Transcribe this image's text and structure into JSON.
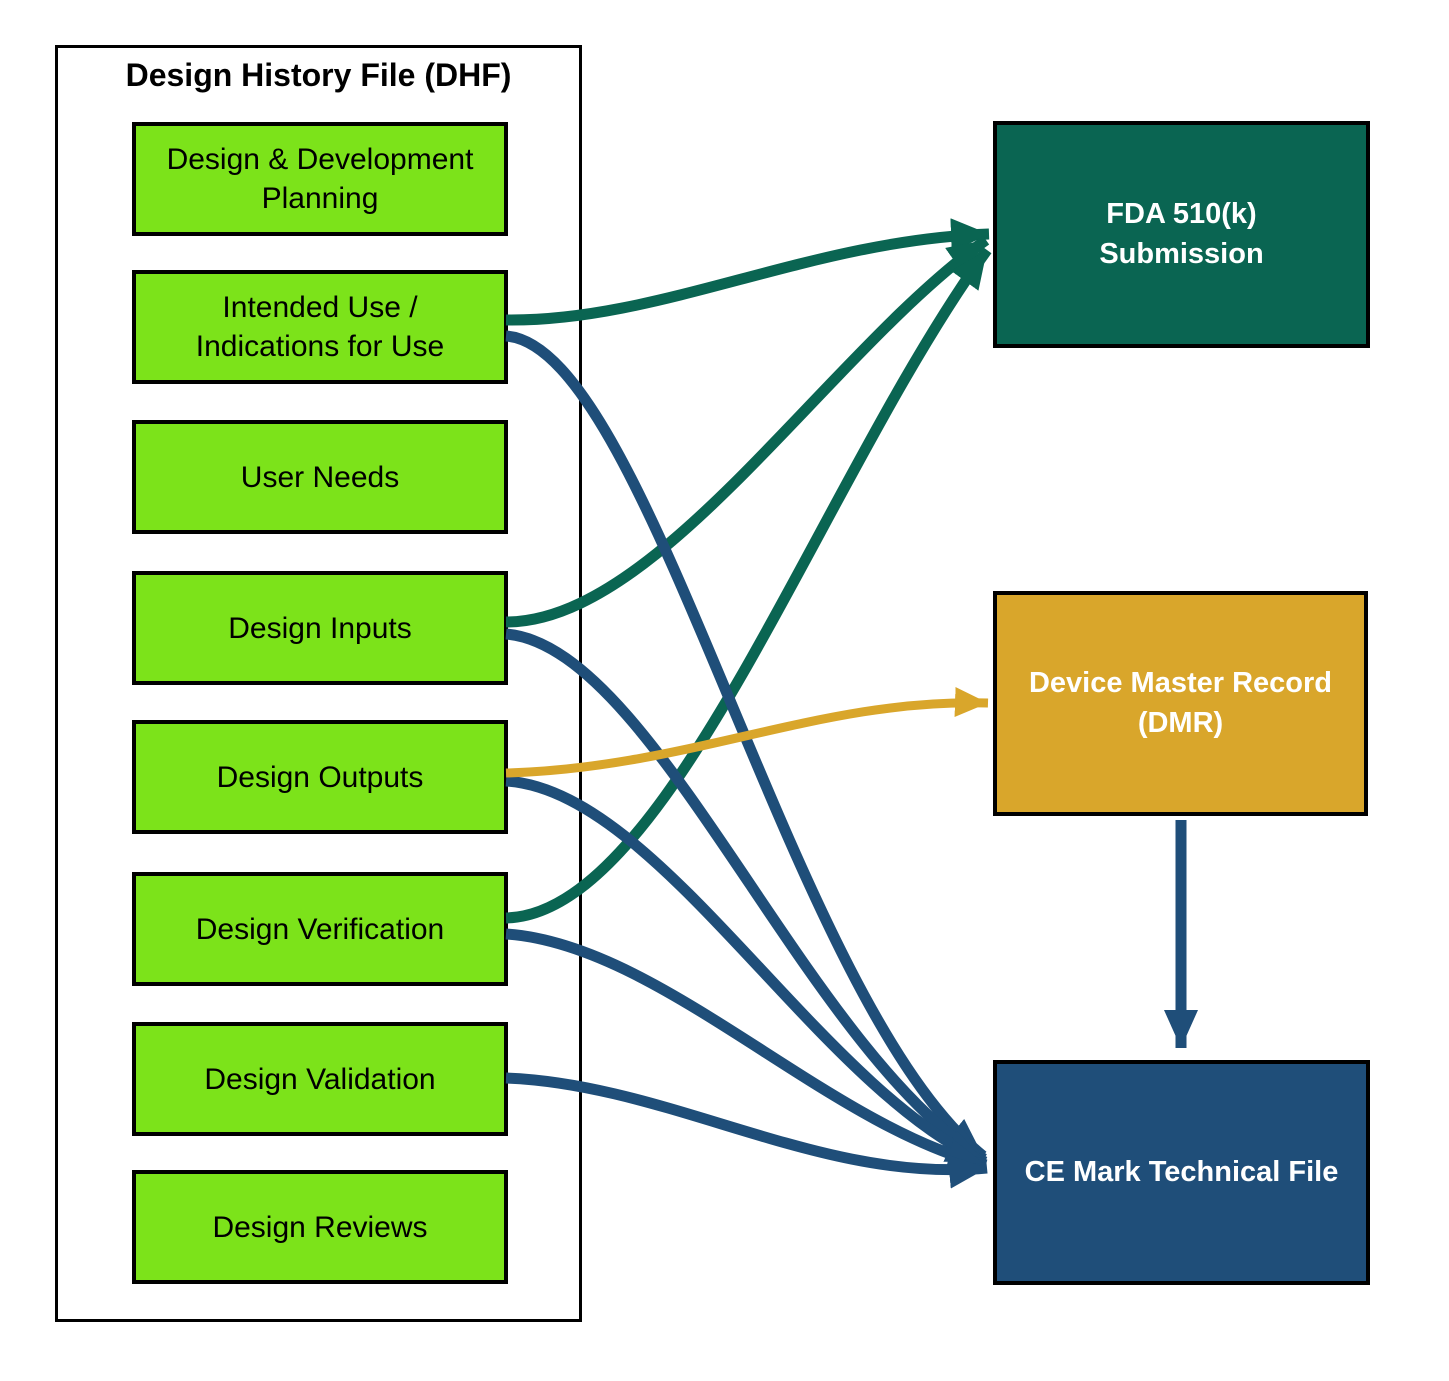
{
  "diagram": {
    "dhf": {
      "title": "Design History File (DHF)",
      "items": [
        "Design & Development Planning",
        "Intended Use / Indications for Use",
        "User Needs",
        "Design Inputs",
        "Design Outputs",
        "Design Verification",
        "Design Validation",
        "Design Reviews"
      ]
    },
    "targets": {
      "fda": "FDA 510(k) Submission",
      "dmr": "Device Master Record (DMR)",
      "ce": "CE Mark Technical File"
    },
    "colors": {
      "dhf_item_fill": "#7CE31A",
      "fda_fill": "#0A6552",
      "dmr_fill": "#D9A62B",
      "ce_fill": "#1F4E79",
      "teal_arrow": "#0A6552",
      "blue_arrow": "#1F4E79",
      "gold_arrow": "#D9A62B",
      "border": "#000000",
      "text_dark": "#000000",
      "text_light": "#FFFFFF"
    },
    "connections": [
      {
        "from": "Intended Use / Indications for Use",
        "to": "FDA 510(k) Submission",
        "color": "teal"
      },
      {
        "from": "Design Inputs",
        "to": "FDA 510(k) Submission",
        "color": "teal"
      },
      {
        "from": "Design Verification",
        "to": "FDA 510(k) Submission",
        "color": "teal"
      },
      {
        "from": "Intended Use / Indications for Use",
        "to": "CE Mark Technical File",
        "color": "blue"
      },
      {
        "from": "Design Inputs",
        "to": "CE Mark Technical File",
        "color": "blue"
      },
      {
        "from": "Design Outputs",
        "to": "CE Mark Technical File",
        "color": "blue"
      },
      {
        "from": "Design Verification",
        "to": "CE Mark Technical File",
        "color": "blue"
      },
      {
        "from": "Design Validation",
        "to": "CE Mark Technical File",
        "color": "blue"
      },
      {
        "from": "Design Outputs",
        "to": "Device Master Record (DMR)",
        "color": "gold"
      },
      {
        "from": "Device Master Record (DMR)",
        "to": "CE Mark Technical File",
        "color": "blue"
      }
    ]
  }
}
